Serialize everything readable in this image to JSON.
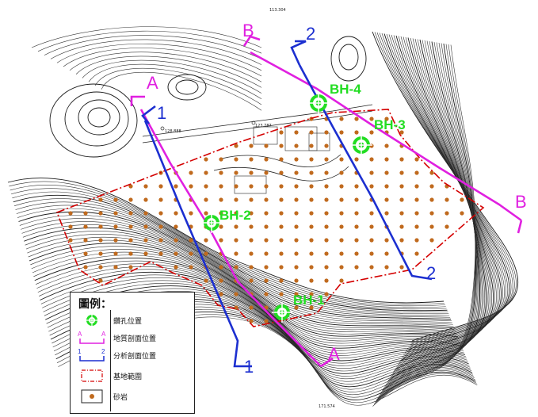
{
  "profiles": {
    "geologic_a_start": "A",
    "geologic_a_end": "A",
    "geologic_b_start": "B",
    "geologic_b_end": "B",
    "analysis_1_start": "1",
    "analysis_1_end": "1",
    "analysis_2_start": "2",
    "analysis_2_end": "2"
  },
  "boreholes": [
    {
      "label": "BH-1"
    },
    {
      "label": "BH-2"
    },
    {
      "label": "BH-3"
    },
    {
      "label": "BH-4"
    }
  ],
  "spot_heights": [
    "113.304",
    "128.888",
    "123.787",
    "171.574"
  ],
  "legend": {
    "title": "圖例：",
    "items": [
      {
        "text": "鑽孔位置"
      },
      {
        "text": "地質剖面位置",
        "sym_left": "A",
        "sym_right": "A"
      },
      {
        "text": "分析剖面位置",
        "sym_left": "1",
        "sym_right": "2"
      },
      {
        "text": "基地範圍"
      },
      {
        "text": "砂岩"
      }
    ]
  },
  "colors": {
    "geologic_profile": "#e020e0",
    "analysis_profile": "#1c2fd0",
    "borehole": "#22dd22",
    "site_boundary": "#d40000",
    "sandstone_dot": "#c06a1e"
  },
  "icons": {
    "borehole": "target-crosshair-icon",
    "sandstone": "dot-icon"
  }
}
